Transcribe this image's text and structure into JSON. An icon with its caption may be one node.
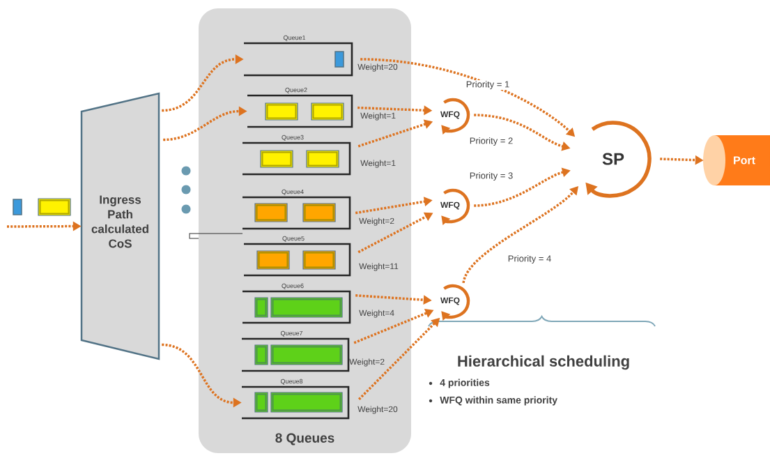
{
  "diagram": {
    "nodes": [
      {
        "text": [
          "8 Queues"
        ]
      },
      {
        "text": [
          "Queue1"
        ],
        "in": 0,
        "beside": [
          "Weight=20"
        ]
      },
      {
        "text": [
          "Queue2"
        ],
        "in": 0,
        "beside": [
          "Weight=1"
        ]
      },
      {
        "text": [
          "Queue3"
        ],
        "in": 0,
        "beside": [
          "Weight=1"
        ]
      },
      {
        "text": [
          "Queue4"
        ],
        "in": 0,
        "beside": [
          "Weight=2"
        ]
      },
      {
        "text": [
          "Queue5"
        ],
        "in": 0,
        "beside": [
          "Weight=11"
        ]
      },
      {
        "text": [
          "Queue6"
        ],
        "in": 0,
        "beside": [
          "Weight=4"
        ]
      },
      {
        "text": [
          "Queue7"
        ],
        "in": 0,
        "beside": [
          "Weight=2"
        ]
      },
      {
        "text": [
          "Queue8"
        ],
        "in": 0,
        "beside": [
          "Weight=20"
        ]
      },
      {
        "text": [
          "Ingress Path calculated CoS"
        ]
      },
      {
        "text": [
          "WFQ"
        ]
      },
      {
        "text": [
          "WFQ"
        ]
      },
      {
        "text": [
          "WFQ"
        ]
      },
      {
        "text": [
          "SP"
        ]
      },
      {
        "text": [
          "Port"
        ]
      }
    ],
    "edges": [
      {
        "from": null,
        "to": 9,
        "arrow": "to"
      },
      {
        "from": 9,
        "to": 1,
        "arrow": "to"
      },
      {
        "from": 9,
        "to": 2,
        "arrow": "to"
      },
      {
        "from": 9,
        "to": 8,
        "arrow": "to"
      },
      {
        "from": 1,
        "to": 13,
        "arrow": "to",
        "label": "Priority = 1"
      },
      {
        "from": 2,
        "to": 10,
        "arrow": "to"
      },
      {
        "from": 3,
        "to": 10,
        "arrow": "to"
      },
      {
        "from": 4,
        "to": 11,
        "arrow": "to"
      },
      {
        "from": 5,
        "to": 11,
        "arrow": "to"
      },
      {
        "from": 6,
        "to": 12,
        "arrow": "to"
      },
      {
        "from": 7,
        "to": 12,
        "arrow": "to"
      },
      {
        "from": 8,
        "to": 12,
        "arrow": "to"
      },
      {
        "from": 10,
        "to": 13,
        "arrow": "to",
        "label": "Priority = 2"
      },
      {
        "from": 11,
        "to": 13,
        "arrow": "to",
        "label": "Priority = 3"
      },
      {
        "from": 12,
        "to": 13,
        "arrow": "to",
        "label": "Priority = 4"
      },
      {
        "from": 13,
        "to": 14,
        "arrow": "to"
      }
    ],
    "labels": [
      "Hierarchical scheduling",
      "4 priorities",
      "WFQ within same priority"
    ]
  }
}
